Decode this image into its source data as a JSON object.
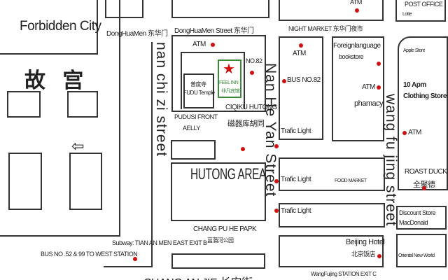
{
  "forbidden_city": {
    "name": "Forbidden City",
    "name_cn": "故 宫"
  },
  "streets": {
    "donghuamen_left": "DongHuaMen  东华门",
    "donghuamen": "DongHuaMen Street 东华门",
    "night_market": "NIGHT MARKET 东华门夜市",
    "nan_chi_zi": "nan chi zi street",
    "nan_he_yan": "Nan He Yan Street",
    "wang_fu_jing": "wang fu jing street",
    "chang_an": "CHANG AN JIE 长安街"
  },
  "places": {
    "atm": "ATM",
    "no82": "NO.82",
    "hotel_en": "FEEL INN",
    "hotel_cn": "非凡宾馆",
    "temple_cn": "普度寺",
    "temple_en": "FUDU Temple",
    "pudusi": "PUDUSI FRONT",
    "aelly": "AELLY",
    "ciqiku_en": "CIQIKU HUTONG",
    "ciqiku_cn": "磁器库胡同",
    "hutong_area": "HUTONG AREA",
    "park_en": "CHANG PU HE PAPK",
    "park_cn": "菖蒲河公园",
    "subway": "Subway: TIAN AN MEN EAST EXIT B",
    "bus_west": "BUS NO .52 & 99 TO WEST STATION",
    "bus82": "BUS  NO.82",
    "traffic_light": "Trafic  Light",
    "food_market": "FOOD MARKET",
    "bookstore1": "Foreignlanguage",
    "bookstore2": "bookstore",
    "pharmacy": "phamacy",
    "post_office": "POST OFFICE",
    "lotte": "Lotte",
    "apple": "Apple Store",
    "clothing1": "10 Apm",
    "clothing2": "Clothing Store",
    "roast_duck": "ROAST DUCK",
    "roast_duck_cn": "全聚德",
    "discount": "Discount Store",
    "mcd": "MacDonald",
    "beijing_hotel": "Beijing Hotel",
    "beijing_hotel_cn": "北京饭店",
    "oriental": "Oriental New World",
    "wangfujing_exit": "WangFujing STATION EXIT C"
  },
  "colors": {
    "marker": "#d01010",
    "hotel": "#3a8a3a"
  }
}
